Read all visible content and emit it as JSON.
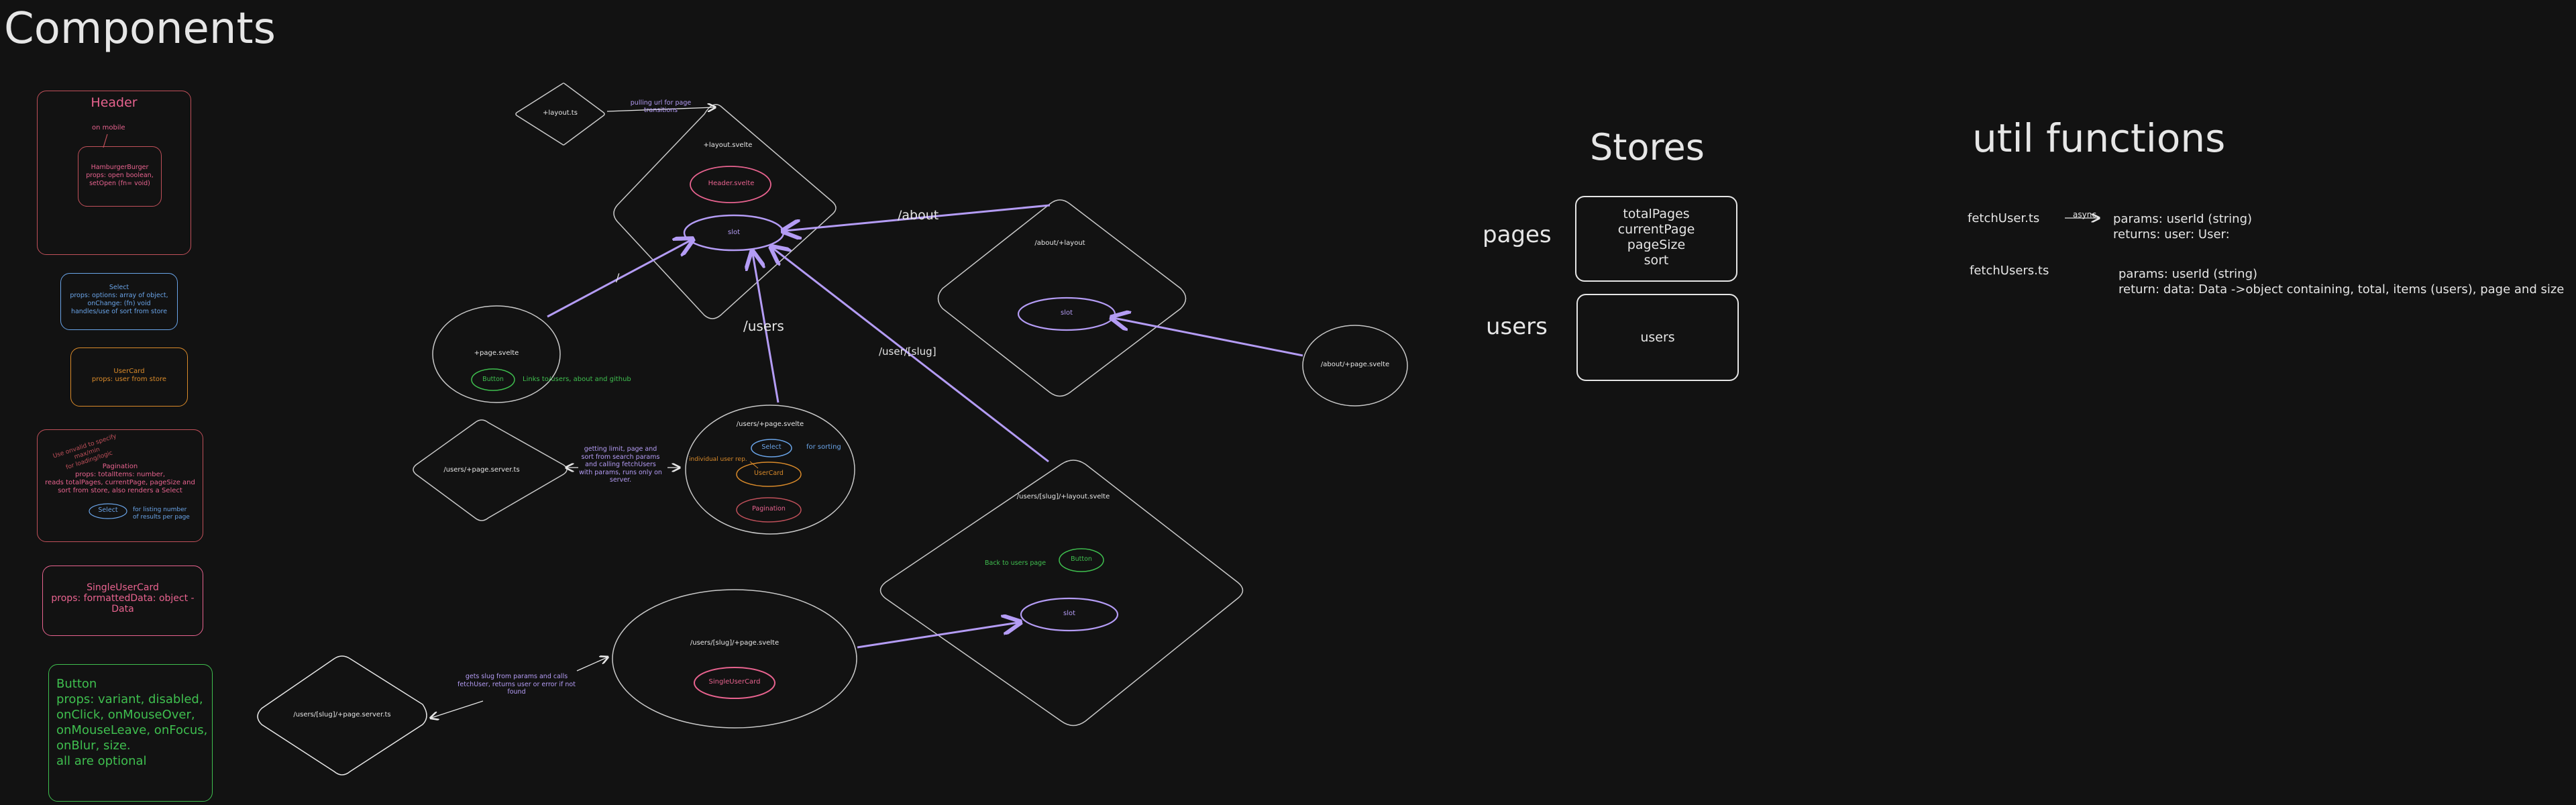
{
  "title": "Components",
  "sections": {
    "stores": "Stores",
    "util": "util functions"
  },
  "components": {
    "header": {
      "title": "Header",
      "on_mobile": "on mobile",
      "hamburger": "HamburgerBurger\nprops: open boolean,\nsetOpen (fn= void)"
    },
    "select": "Select\nprops: options: array of object,\nonChange: (fn) void\nhandles/use of sort from store",
    "usercard": "UserCard\nprops: user from store",
    "pagination": {
      "note": "Use onvalid to specify max/min\nfor loading/logic",
      "text": "Pagination\nprops: totalItems: number,\nreads totalPages, currentPage, pageSize and\nsort from store, also renders a Select",
      "select": "Select",
      "select_note": "for listing number\nof results per page"
    },
    "singleusercard": "SingleUserCard\nprops: formattedData: object -\nData",
    "button": "Button\nprops: variant, disabled,\nonClick, onMouseOver,\nonMouseLeave, onFocus,\nonBlur, size.\n  all are optional"
  },
  "routes": {
    "layout_ts": "+layout.ts",
    "layout_ts_note": "pulling url for page\ntransitions",
    "layout_svelte": "+layout.svelte",
    "header_svelte": "Header.svelte",
    "slot": "slot",
    "page_svelte": "+page.svelte",
    "button": "Button",
    "links_note": "Links to/users, about and github",
    "root_label": "/",
    "users_label": "/users",
    "users_slug_label": "/user/[slug]",
    "about_label": "/about",
    "about_layout": "/about/+layout",
    "about_page": "/about/+page.svelte",
    "users_page_server": "/users/+page.server.ts",
    "users_page_server_note": "getting limit, page and\nsort from search params\nand calling fetchUsers\nwith params, runs only on\nserver.",
    "users_page_svelte": "/users/+page.svelte",
    "select": "Select",
    "for_sorting": "for sorting",
    "individual_user": "individual user rep.",
    "usercard": "UserCard",
    "pagination": "Pagination",
    "slug_layout": "/users/[slug]/+layout.svelte",
    "back_note": "Back to users page",
    "slug_page_svelte": "/users/[slug]/+page.svelte",
    "singleusercard": "SingleUserCard",
    "slug_page_server": "/users/[slug]/+page.server.ts",
    "slug_server_note": "gets slug from params and calls\nfetchUser, returns user or error if not\nfound"
  },
  "stores": {
    "pages_label": "pages",
    "pages_items": "totalPages\ncurrentPage\npageSize\nsort",
    "users_label": "users",
    "users_items": "users"
  },
  "util": {
    "fetchUser_name": "fetchUser.ts",
    "fetchUser_arrow": "async",
    "fetchUser_desc": "params: userId (string)\nreturns: user: User:",
    "fetchUsers_name": "fetchUsers.ts",
    "fetchUsers_desc": "params: userId (string)\nreturn: data: Data ->object containing, total, items (users), page and size"
  },
  "colors": {
    "background": "#121212",
    "white": "#e6e6e6",
    "gray": "#c9c9c9",
    "pink": "#e8638f",
    "red": "#c0505a",
    "blue": "#6aa4e8",
    "orange": "#d98a2a",
    "green": "#3fbf4f",
    "purple": "#b49cf5"
  }
}
